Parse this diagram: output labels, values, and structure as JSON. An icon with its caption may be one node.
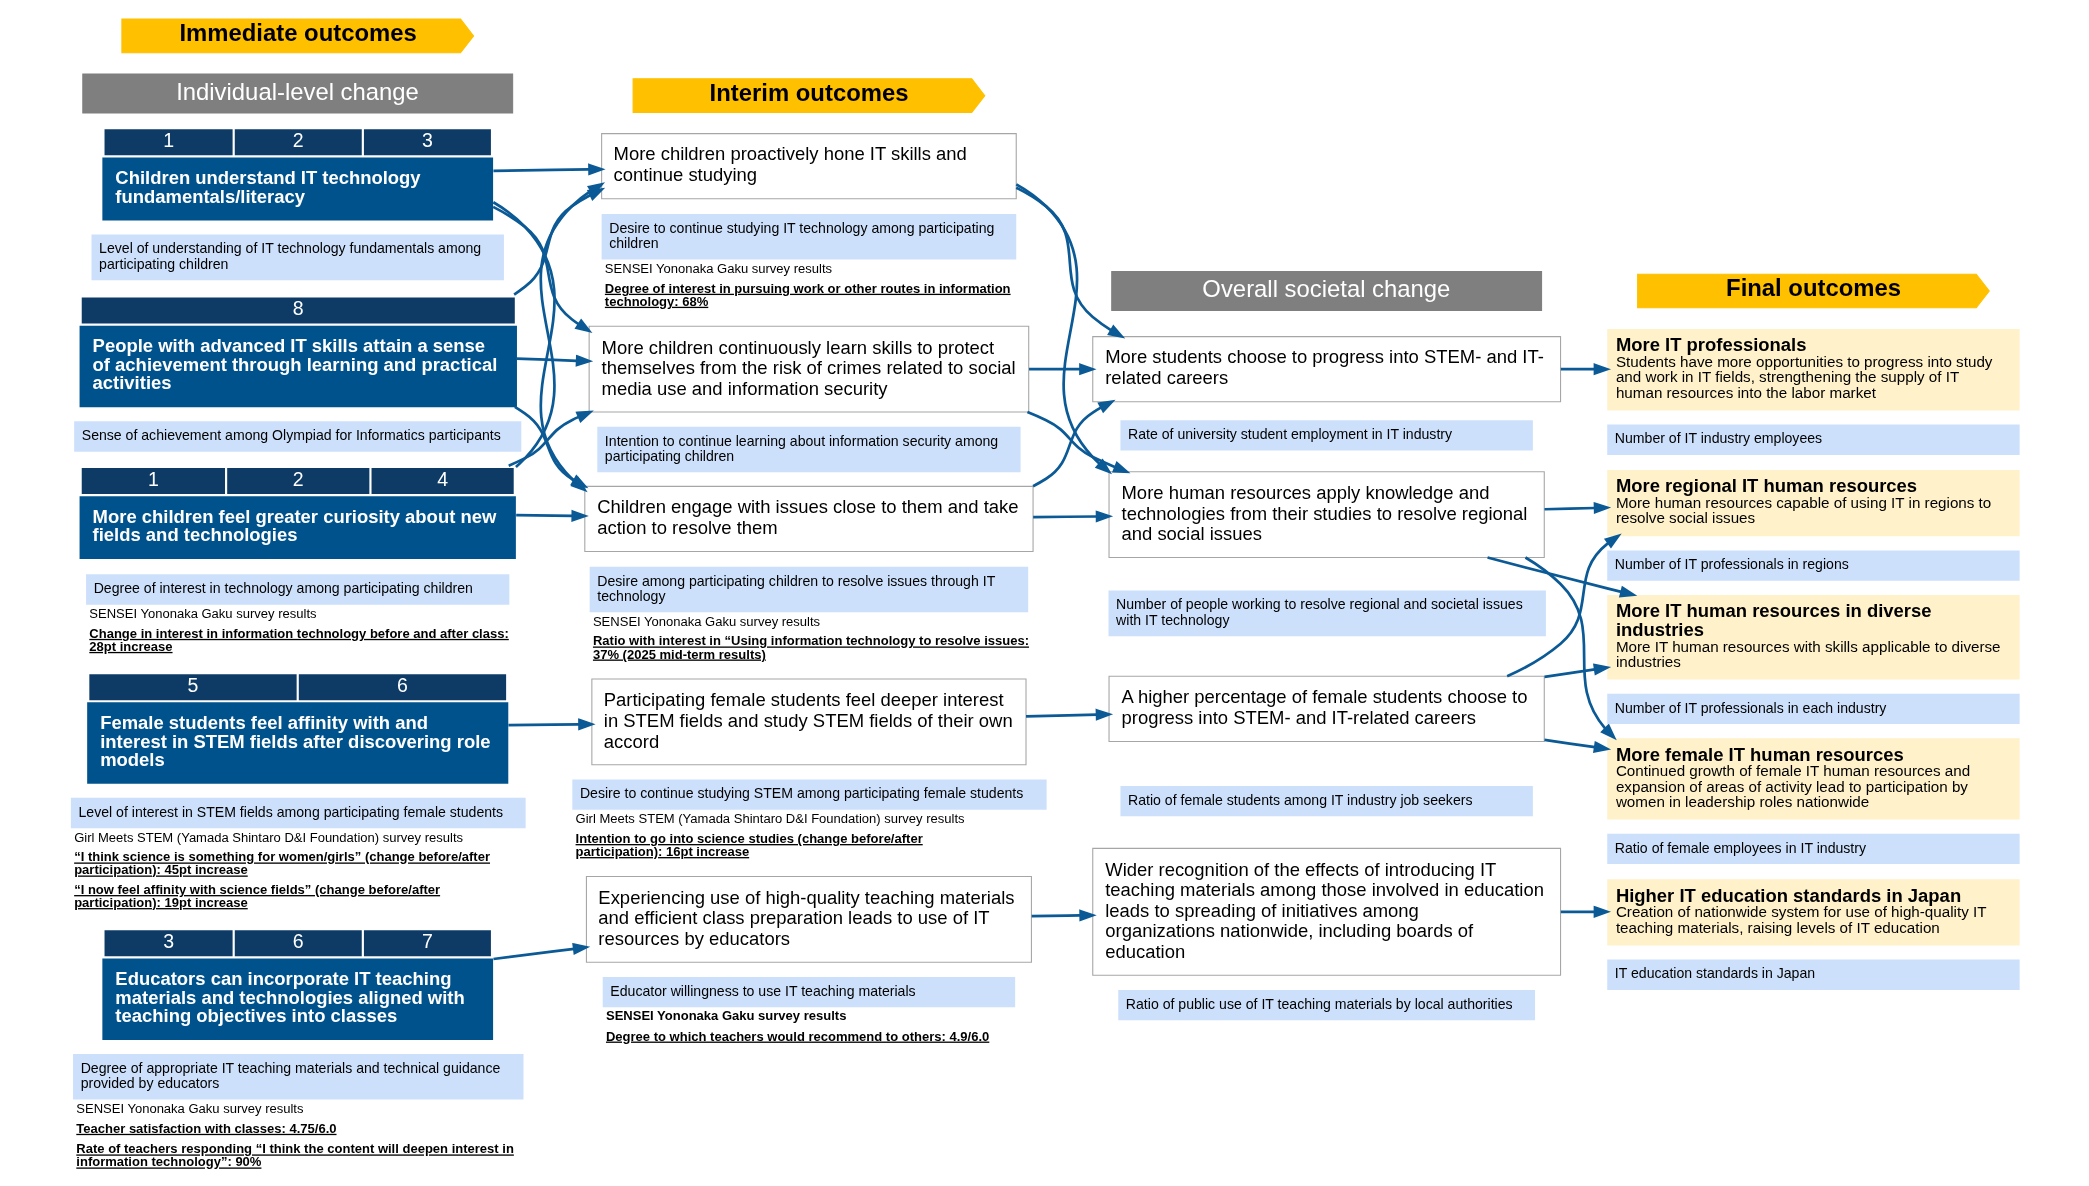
{
  "diagram": {
    "nodes": [
      {
        "text": [
          "Immediate outcomes"
        ]
      },
      {
        "text": [
          "Interim outcomes"
        ]
      },
      {
        "text": [
          "Final outcomes"
        ]
      },
      {
        "text": [
          "Individual-level change"
        ]
      },
      {
        "text": [
          "Overall societal change"
        ]
      },
      {
        "text": [
          "Children understand IT technology fundamentals/literacy"
        ],
        "beside": [
          "1",
          "2",
          "3"
        ]
      },
      {
        "text": [
          "Level of understanding of IT technology fundamentals among participating children"
        ]
      },
      {
        "text": [
          "More children proactively hone IT skills and continue studying"
        ]
      },
      {
        "text": [
          "Desire to continue studying IT technology among participating children"
        ],
        "beside": [
          "SENSEI Yononaka Gaku survey results",
          "Degree of interest in pursuing work or other routes in information technology: 68%"
        ]
      },
      {
        "text": [
          "More students choose to progress into STEM- and IT-related careers"
        ]
      },
      {
        "text": [
          "Rate of university student employment in IT industry"
        ]
      },
      {
        "text": [
          "More IT professionals",
          "Students have more opportunities to progress into study and work in IT fields, strengthening the supply of IT human resources into the labor market"
        ]
      },
      {
        "text": [
          "Number of IT industry employees"
        ]
      },
      {
        "text": [
          "People with advanced IT skills attain a sense of achievement through learning and practical activities"
        ],
        "beside": [
          "8"
        ]
      },
      {
        "text": [
          "Sense of achievement among Olympiad for Informatics participants"
        ]
      },
      {
        "text": [
          "More children continuously learn skills to protect themselves from the risk of crimes related to social media use and information security"
        ]
      },
      {
        "text": [
          "Intention to continue learning about information security among participating children"
        ]
      },
      {
        "text": [
          "More human resources apply knowledge and technologies from their studies to resolve regional and social issues"
        ]
      },
      {
        "text": [
          "Number of people working to resolve regional and societal issues with IT technology"
        ]
      },
      {
        "text": [
          "More regional IT human resources",
          "More human resources capable of using IT in regions to resolve social issues"
        ]
      },
      {
        "text": [
          "Number of IT professionals in regions"
        ]
      },
      {
        "text": [
          "More children feel greater curiosity about new fields and technologies"
        ],
        "beside": [
          "1",
          "2",
          "4"
        ]
      },
      {
        "text": [
          "Degree of interest in technology among participating children"
        ],
        "beside": [
          "SENSEI Yononaka Gaku survey results",
          "Change in interest in information technology before and after class: 28pt increase"
        ]
      },
      {
        "text": [
          "Children engage with issues close to them and take action to resolve them"
        ]
      },
      {
        "text": [
          "Desire among participating children to resolve issues through IT technology"
        ],
        "beside": [
          "SENSEI Yononaka Gaku survey results",
          "Ratio with interest in “Using information technology to resolve issues: 37% (2025 mid-term results)"
        ]
      },
      {
        "text": [
          "More IT human resources in diverse industries",
          "More IT human resources with skills applicable to diverse industries"
        ]
      },
      {
        "text": [
          "Number of IT professionals in each industry"
        ]
      },
      {
        "text": [
          "Female students feel affinity with and interest in STEM fields after discovering role models"
        ],
        "beside": [
          "5",
          "6"
        ]
      },
      {
        "text": [
          "Level of interest in STEM fields among participating female students"
        ],
        "beside": [
          "Girl Meets STEM (Yamada Shintaro D&I Foundation) survey results",
          "“I think science is something for women/girls” (change before/after participation): 45pt increase",
          "“I now feel affinity with science fields” (change before/after participation): 19pt increase"
        ]
      },
      {
        "text": [
          "Participating female students feel deeper interest in STEM fields and study STEM fields of their own accord"
        ]
      },
      {
        "text": [
          "Desire to continue studying STEM among participating female students"
        ],
        "beside": [
          "Girl Meets STEM (Yamada Shintaro D&I Foundation) survey results",
          "Intention to go into science studies (change before/after participation): 16pt increase"
        ]
      },
      {
        "text": [
          "A higher percentage of female students choose to progress into STEM- and IT-related careers"
        ]
      },
      {
        "text": [
          "Ratio of female students among IT industry job seekers"
        ]
      },
      {
        "text": [
          "More female IT human resources",
          "Continued growth of female IT human resources and expansion of areas of activity lead to participation by women in leadership roles nationwide"
        ]
      },
      {
        "text": [
          "Ratio of female employees in IT industry"
        ]
      },
      {
        "text": [
          "Educators can incorporate IT teaching materials and technologies aligned with teaching objectives into classes"
        ],
        "beside": [
          "3",
          "6",
          "7"
        ]
      },
      {
        "text": [
          "Degree of appropriate IT teaching materials and technical guidance provided by educators"
        ],
        "beside": [
          "SENSEI Yononaka Gaku survey results",
          "Teacher satisfaction with classes: 4.75/6.0",
          "Rate of teachers responding “I think the content will deepen interest in information technology”: 90%"
        ]
      },
      {
        "text": [
          "Experiencing use of high-quality teaching materials and efficient class preparation leads to use of IT resources by educators"
        ]
      },
      {
        "text": [
          "Educator willingness to use IT teaching materials"
        ],
        "beside": [
          "SENSEI Yononaka Gaku survey results",
          "Degree to which teachers would recommend to others: 4.9/6.0"
        ]
      },
      {
        "text": [
          "Wider recognition of the effects of introducing IT teaching materials among those involved in education leads to spreading of initiatives among organizations nationwide, including boards of education"
        ]
      },
      {
        "text": [
          "Ratio of public use of IT teaching materials by local authorities"
        ]
      },
      {
        "text": [
          "Higher IT education standards in Japan",
          "Creation of nationwide system for use of high-quality IT teaching materials, raising levels of IT education"
        ]
      },
      {
        "text": [
          "IT education standards in Japan"
        ]
      }
    ],
    "edges": [
      {
        "from": 5,
        "to": 7,
        "arrow": "to"
      },
      {
        "from": 5,
        "to": 15,
        "arrow": "to"
      },
      {
        "from": 5,
        "to": 23,
        "arrow": "to"
      },
      {
        "from": 13,
        "to": 7,
        "arrow": "to"
      },
      {
        "from": 13,
        "to": 15,
        "arrow": "to"
      },
      {
        "from": 13,
        "to": 23,
        "arrow": "to"
      },
      {
        "from": 21,
        "to": 7,
        "arrow": "to"
      },
      {
        "from": 21,
        "to": 15,
        "arrow": "to"
      },
      {
        "from": 21,
        "to": 23,
        "arrow": "to"
      },
      {
        "from": 7,
        "to": 9,
        "arrow": "to"
      },
      {
        "from": 7,
        "to": 17,
        "arrow": "to"
      },
      {
        "from": 15,
        "to": 9,
        "arrow": "to"
      },
      {
        "from": 15,
        "to": 17,
        "arrow": "to"
      },
      {
        "from": 23,
        "to": 9,
        "arrow": "to"
      },
      {
        "from": 23,
        "to": 17,
        "arrow": "to"
      },
      {
        "from": 9,
        "to": 11,
        "arrow": "to"
      },
      {
        "from": 17,
        "to": 19,
        "arrow": "to"
      },
      {
        "from": 17,
        "to": 25,
        "arrow": "to"
      },
      {
        "from": 17,
        "to": 33,
        "arrow": "to"
      },
      {
        "from": 31,
        "to": 19,
        "arrow": "to"
      },
      {
        "from": 31,
        "to": 25,
        "arrow": "to"
      },
      {
        "from": 31,
        "to": 33,
        "arrow": "to"
      },
      {
        "from": 27,
        "to": 29,
        "arrow": "to"
      },
      {
        "from": 29,
        "to": 31,
        "arrow": "to"
      },
      {
        "from": 35,
        "to": 37,
        "arrow": "to"
      },
      {
        "from": 37,
        "to": 39,
        "arrow": "to"
      },
      {
        "from": 39,
        "to": 41,
        "arrow": "to"
      }
    ]
  }
}
